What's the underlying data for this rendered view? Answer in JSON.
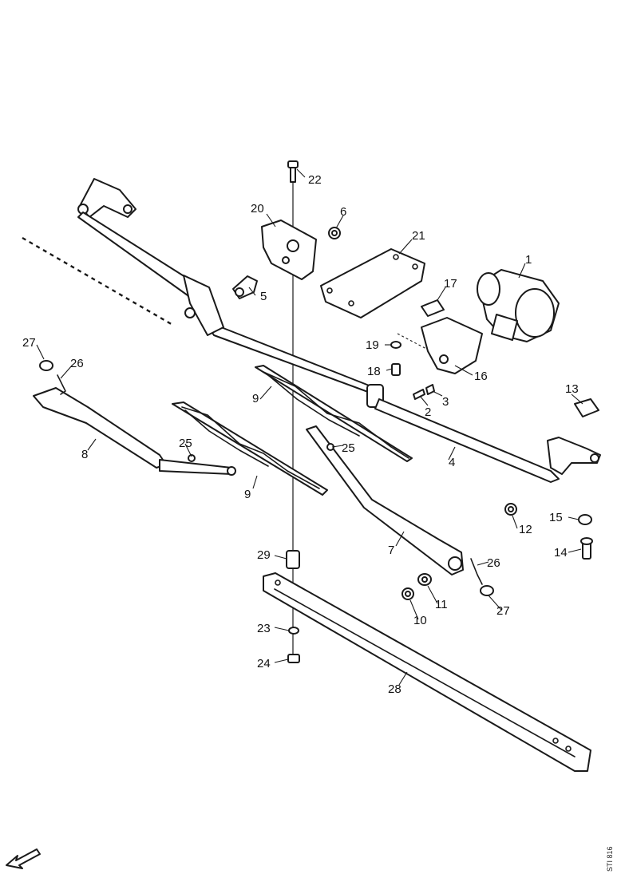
{
  "diagram": {
    "callouts": [
      "1",
      "2",
      "3",
      "4",
      "5",
      "6",
      "7",
      "8",
      "9",
      "9",
      "10",
      "11",
      "12",
      "13",
      "14",
      "15",
      "16",
      "17",
      "18",
      "19",
      "20",
      "21",
      "22",
      "23",
      "24",
      "25",
      "25",
      "26",
      "26",
      "27",
      "27",
      "28",
      "29"
    ],
    "doc_ref": "STI 816",
    "orientation_icon": "front-arrow-icon"
  }
}
